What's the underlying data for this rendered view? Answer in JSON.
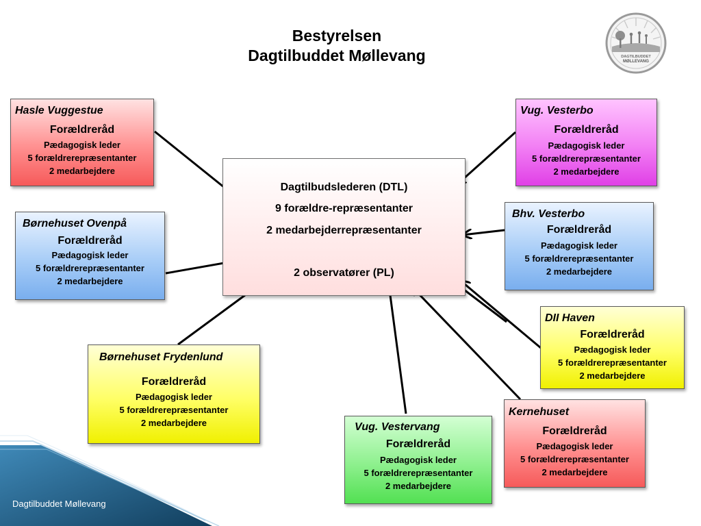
{
  "header": {
    "title_line1": "Bestyrelsen",
    "title_line2": "Dagtilbuddet Møllevang",
    "logo_text_line1": "DAGTILBUDDET",
    "logo_text_line2": "MØLLEVANG"
  },
  "center": {
    "line1": "Dagtilbudslederen (DTL)",
    "line2": "9 forældre-repræsentanter",
    "line3": "2 medarbejderrepræsentanter",
    "line4": "2 observatører (PL)"
  },
  "units": [
    {
      "name": "Hasle Vuggestue",
      "council": "Forældreråd",
      "leader": "Pædagogisk leder",
      "parents": "5 forældrerepræsentanter",
      "staff": "2 medarbejdere"
    },
    {
      "name": "Vug. Vesterbo",
      "council": "Forældreråd",
      "leader": "Pædagogisk leder",
      "parents": "5 forældrerepræsentanter",
      "staff": "2 medarbejdere"
    },
    {
      "name": "Børnehuset Ovenpå",
      "council": "Forældreråd",
      "leader": "Pædagogisk leder",
      "parents": "5 forældrerepræsentanter",
      "staff": "2 medarbejdere"
    },
    {
      "name": "Bhv. Vesterbo",
      "council": "Forældreråd",
      "leader": "Pædagogisk leder",
      "parents": "5 forældrerepræsentanter",
      "staff": "2 medarbejdere"
    },
    {
      "name": "DII  Haven",
      "council": "Forældreråd",
      "leader": "Pædagogisk leder",
      "parents": "5 forældrerepræsentanter",
      "staff": "2 medarbejdere"
    },
    {
      "name": "Børnehuset Frydenlund",
      "council": "Forældreråd",
      "leader": "Pædagogisk leder",
      "parents": "5 forældrerepræsentanter",
      "staff": "2 medarbejdere"
    },
    {
      "name": "Vug. Vestervang",
      "council": "Forældreråd",
      "leader": "Pædagogisk leder",
      "parents": "5 forældrerepræsentanter",
      "staff": "2 medarbejdere"
    },
    {
      "name": "Kernehuset",
      "council": "Forældreråd",
      "leader": "Pædagogisk leder",
      "parents": "5 forældrerepræsentanter",
      "staff": "2 medarbejdere"
    }
  ],
  "footer": {
    "text": "Dagtilbuddet Møllevang"
  },
  "colors": {
    "red": "#f65a5a",
    "magenta": "#e040e6",
    "blue": "#79aeee",
    "yellow": "#f0f000",
    "green": "#52e052",
    "footer": "#1f5a80"
  }
}
